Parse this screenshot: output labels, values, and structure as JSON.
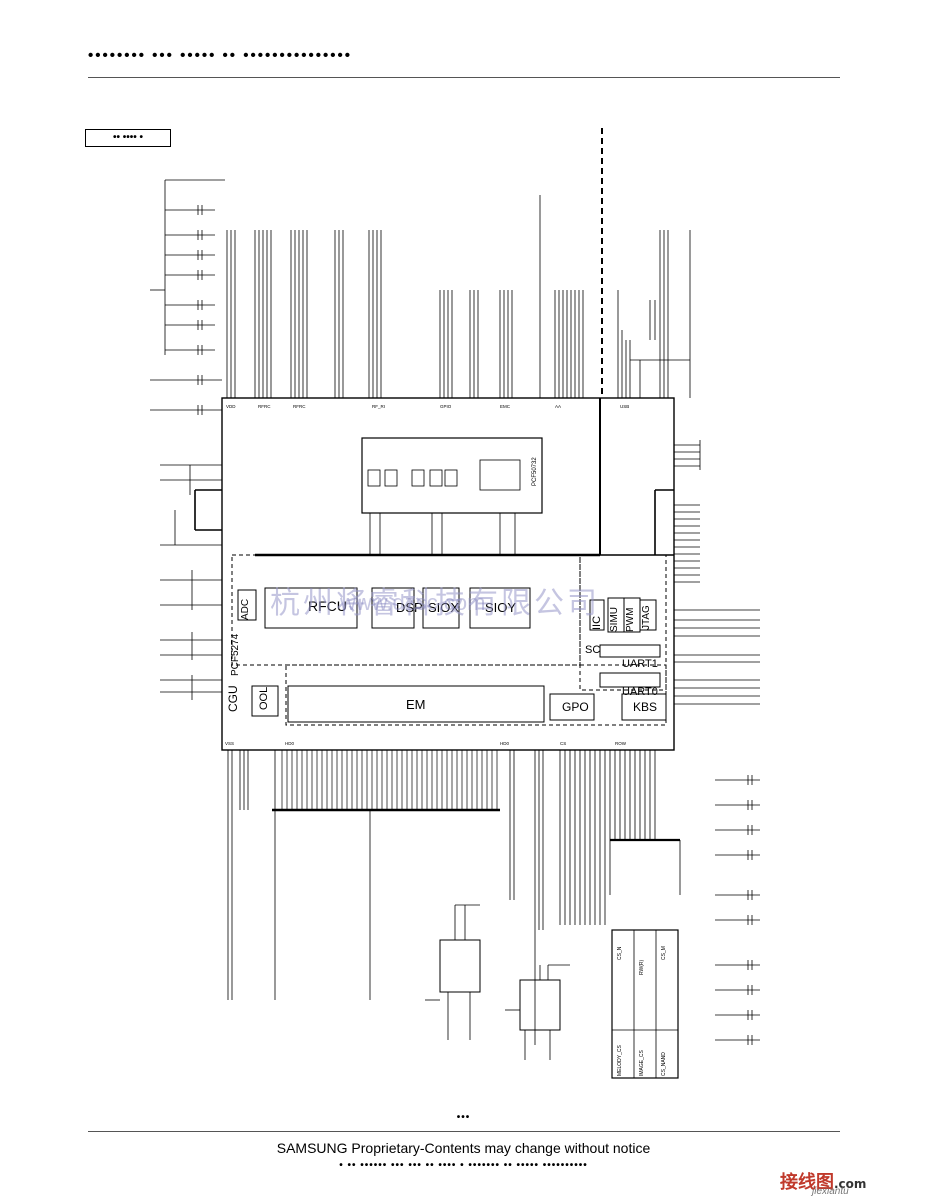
{
  "header": {
    "dots": "•••••••• ••• ••••• •• •••••••••••••••"
  },
  "section_tag": "•• •••• •",
  "chip": {
    "blocks": {
      "rfcu": "RFCU",
      "dsp": "DSP",
      "siox": "SIOX",
      "sioy": "SIOY",
      "iic": "IIC",
      "simu": "SIMU",
      "pwm": "PWM",
      "jtag": "JTAG",
      "sc": "SC",
      "uart1": "UART1",
      "uart0": "UART0",
      "em": "EM",
      "gpo": "GPO",
      "kbs": "KBS",
      "cgu": "CGU",
      "ool": "OOL",
      "adc": "ADC",
      "pcf_left": "PCF5274",
      "pcf_inner": "PCF50732"
    }
  },
  "watermark": {
    "cn": "杭州将睿科技有限公司",
    "url": "www.dzsc.com"
  },
  "table": {
    "cols": [
      "CS_N",
      "RW(R)",
      "CS_M"
    ],
    "rows": [
      "MELODY_CS",
      "IMAGE_CS",
      "CS_NAND"
    ]
  },
  "footer": {
    "dots_top": "•••",
    "text": "SAMSUNG Proprietary-Contents may change without notice",
    "dots_bottom": "• •• •••••• ••• ••• •• •••• • ••••••• •• ••••• ••••••••••"
  },
  "site": {
    "logo": "接线图",
    "url": "jiexiantu",
    "suffix": ".com"
  }
}
